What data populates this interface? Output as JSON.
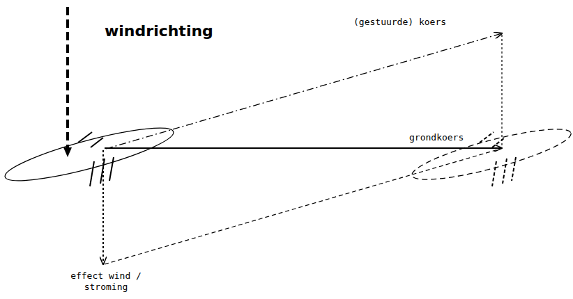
{
  "diagram": {
    "labels": [
      "windrichting",
      "(gestuurde) koers",
      "grondkoers",
      "effect wind / stroming"
    ]
  }
}
